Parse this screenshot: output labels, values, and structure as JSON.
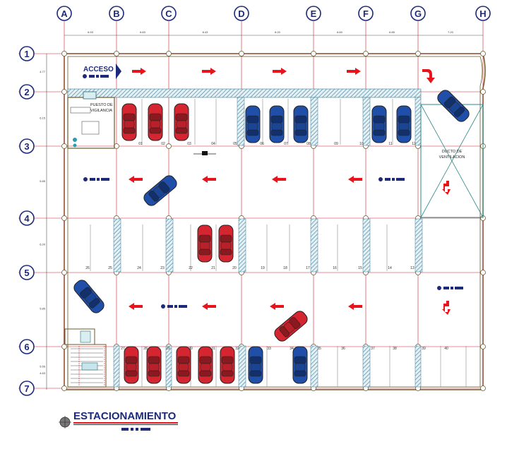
{
  "grid": {
    "columns": [
      "A",
      "B",
      "C",
      "D",
      "E",
      "F",
      "G",
      "H"
    ],
    "rows": [
      "1",
      "2",
      "3",
      "4",
      "5",
      "6",
      "7"
    ],
    "column_dims": [
      "6.93",
      "6.83",
      "8.43",
      "8.20",
      "6.60",
      "6.85",
      "7.20"
    ],
    "row_dims": [
      "4.77",
      "6.15",
      "5.85",
      "6.20",
      "5.85",
      "5.55",
      "4.63"
    ]
  },
  "labels": {
    "access": "ACCESO",
    "guard_post_line1": "PUESTO DE",
    "guard_post_line2": "VIGILANCIA",
    "ventilation_line1": "DUCTO DE",
    "ventilation_line2": "VENTILACION",
    "title": "ESTACIONAMIENTO"
  },
  "stalls": {
    "top_row": [
      "01",
      "02",
      "03",
      "04",
      "05",
      "06",
      "07",
      "08",
      "09",
      "10",
      "11",
      "12"
    ],
    "middle_row": [
      "26",
      "25",
      "24",
      "23",
      "22",
      "21",
      "20",
      "19",
      "18",
      "17",
      "16",
      "15",
      "14",
      "13"
    ],
    "bottom_row": [
      "27",
      "28",
      "29",
      "30",
      "31",
      "32",
      "33",
      "34",
      "35",
      "36",
      "37",
      "38",
      "39",
      "40"
    ]
  },
  "colors": {
    "grid_bubble": "#1d2a7a",
    "grid_bubble_fill": "#ffffff",
    "axis_line": "#cc1f2a",
    "arrow": "#e8141c",
    "car_red": "#d42530",
    "car_blue": "#1f4fa8",
    "column_hatch": "#3d7d9a",
    "wall": "#6b5a2a"
  }
}
